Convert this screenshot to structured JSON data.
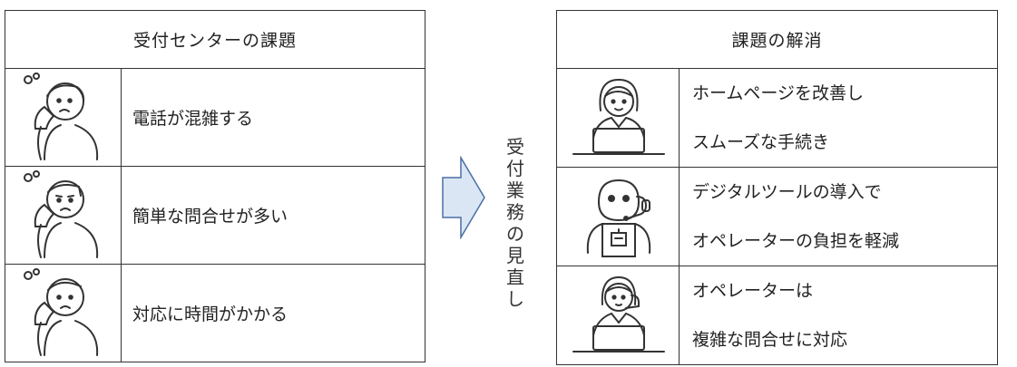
{
  "left": {
    "header": "受付センターの課題",
    "rows": [
      {
        "icon": "worried-person-phone-icon",
        "text": "電話が混雑する"
      },
      {
        "icon": "worried-person-phone-icon",
        "text": "簡単な問合せが多い"
      },
      {
        "icon": "worried-person-phone-icon",
        "text": "対応に時間がかかる"
      }
    ]
  },
  "transition": {
    "label_chars": [
      "受",
      "付",
      "業",
      "務",
      "の",
      "見",
      "直",
      "し"
    ],
    "arrow_color": "#dbe6f4"
  },
  "right": {
    "header": "課題の解消",
    "rows": [
      {
        "icon": "woman-laptop-icon",
        "line1": "ホームページを改善し",
        "line2": "スムーズな手続き"
      },
      {
        "icon": "robot-headset-icon",
        "line1": "デジタルツールの導入で",
        "line2": "オペレーターの負担を軽減"
      },
      {
        "icon": "operator-headset-laptop-icon",
        "line1": "オペレーターは",
        "line2": "複雑な問合せに対応"
      }
    ]
  }
}
